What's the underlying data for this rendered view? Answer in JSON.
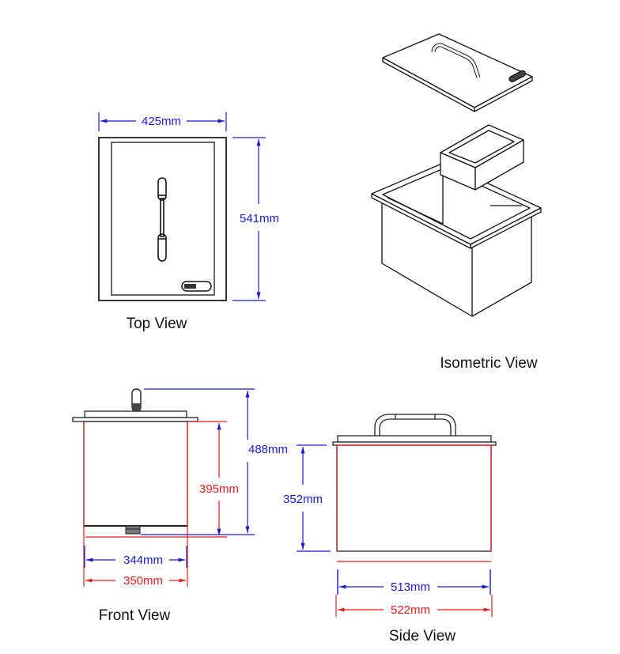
{
  "colors": {
    "line": "#1a1a1a",
    "blue_dimension": "#1a1acc",
    "red_dimension": "#dd1f1f"
  },
  "views": {
    "top": {
      "title": "Top View",
      "width": "425mm",
      "depth": "541mm"
    },
    "isometric": {
      "title": "Isometric View"
    },
    "front": {
      "title": "Front View",
      "total_height": "488mm",
      "body_height": "395mm",
      "inner_width": "344mm",
      "outer_width": "350mm"
    },
    "side": {
      "title": "Side View",
      "body_height": "352mm",
      "inner_width": "513mm",
      "outer_width": "522mm"
    }
  }
}
